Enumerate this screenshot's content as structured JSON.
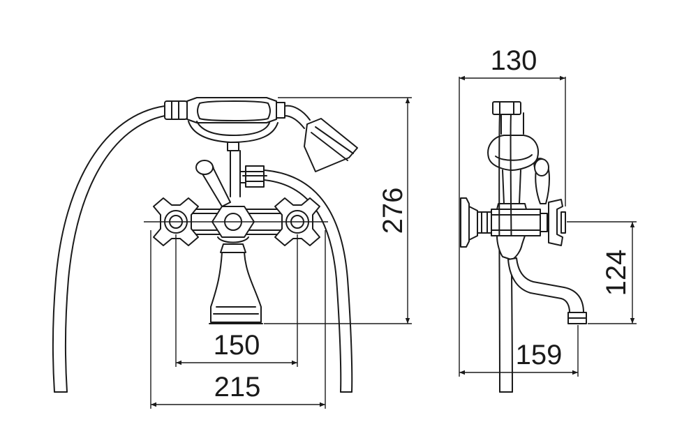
{
  "dimensions": {
    "spacing_inner": "150",
    "spacing_outer": "215",
    "total_height": "276",
    "depth": "130",
    "spout_height": "124",
    "spout_reach": "159"
  }
}
